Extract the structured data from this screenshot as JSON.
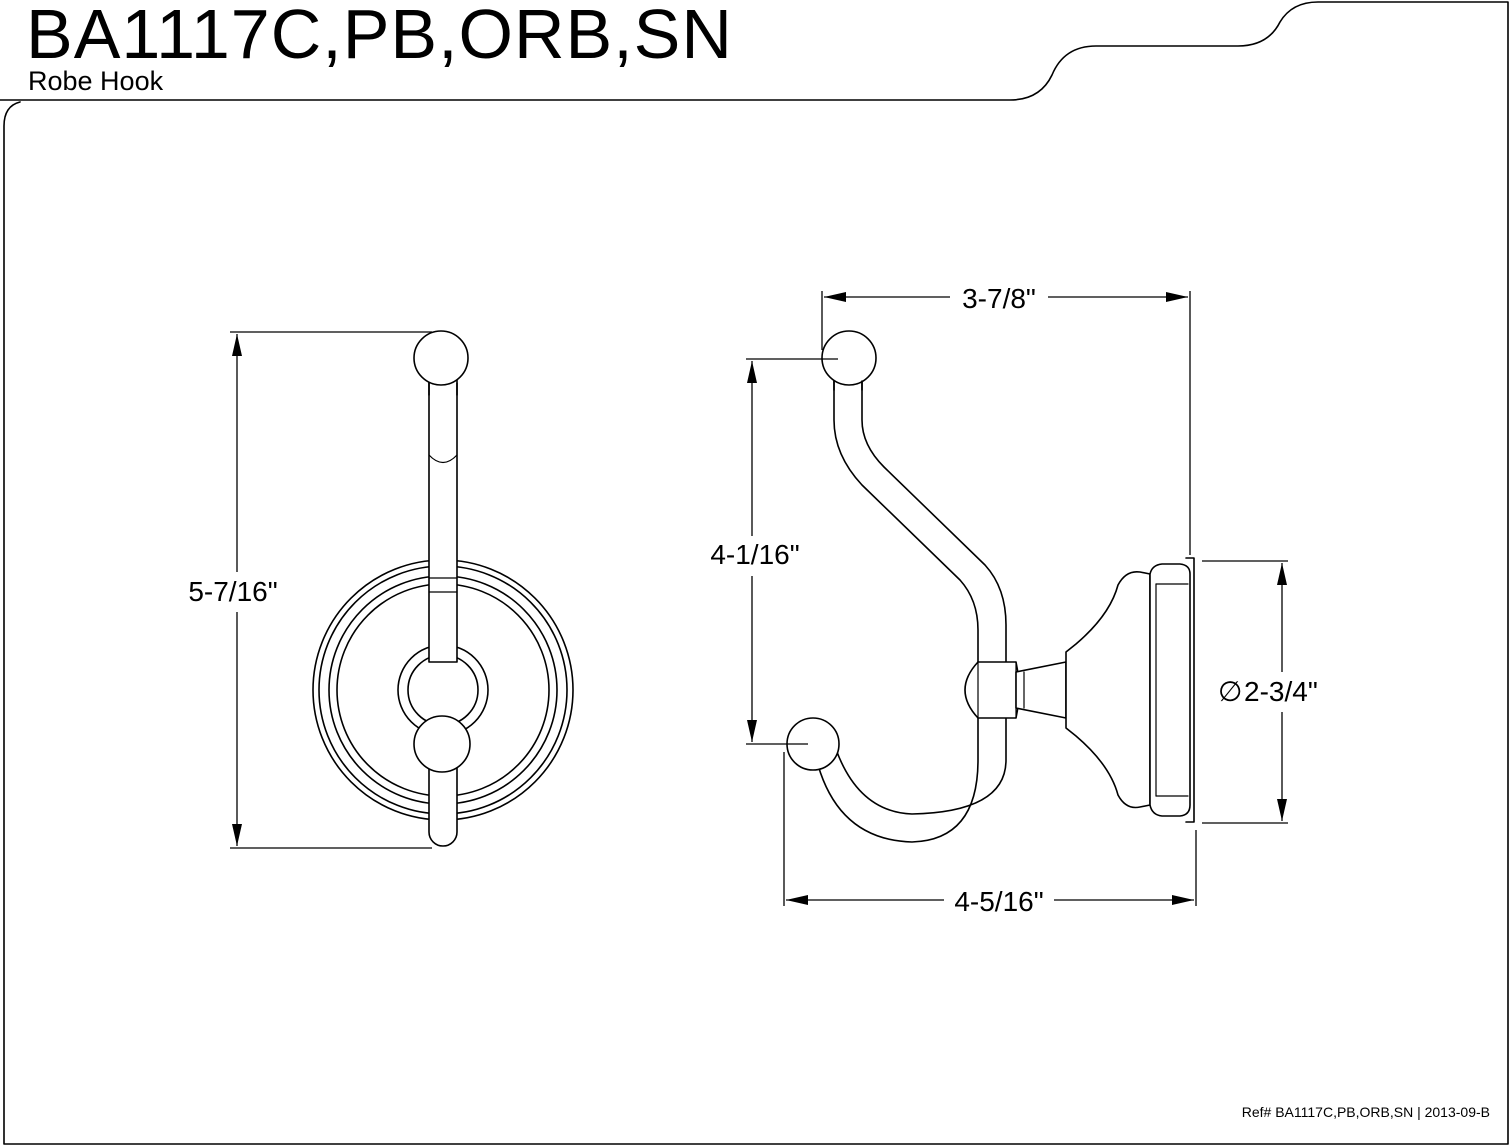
{
  "header": {
    "title": "BA1117C,PB,ORB,SN",
    "subtitle": "Robe Hook"
  },
  "dimensions": {
    "overall_height": "5-7/16\"",
    "top_width": "3-7/8\"",
    "hook_drop": "4-1/16\"",
    "base_diameter": "2-3/4\"",
    "projection": "4-5/16\""
  },
  "symbols": {
    "diameter": "∅"
  },
  "footer": {
    "reference": "Ref# BA1117C,PB,ORB,SN | 2013-09-B"
  }
}
